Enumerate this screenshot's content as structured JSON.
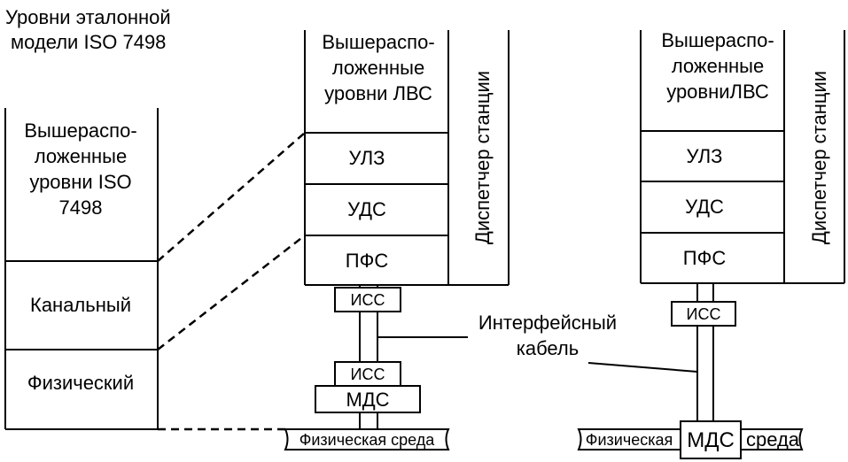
{
  "title": [
    "Уровни эталонной",
    "модели ISO 7498"
  ],
  "iso_column": {
    "upper": [
      "Вышераспо-",
      "ложенные",
      "уровни ISO",
      "7498"
    ],
    "datalink": "Канальный",
    "physical": "Физический"
  },
  "station_left": {
    "upper": [
      "Вышераспо-",
      "ложенные",
      "уровни ЛВС"
    ],
    "layers": [
      "УЛЗ",
      "УДС",
      "ПФС"
    ],
    "manager": "Диспетчер станции",
    "iss_top": "ИСС",
    "iss_bottom": "ИСС",
    "mds": "МДС",
    "medium": "Физическая среда"
  },
  "station_right": {
    "upper": [
      "Вышераспо-",
      "ложенные",
      "уровниЛВС"
    ],
    "layers": [
      "УЛЗ",
      "УДС",
      "ПФС"
    ],
    "manager": "Диспетчер станции",
    "iss": "ИСС",
    "mds": "МДС",
    "medium_left": "Физическая",
    "medium_right": "среда"
  },
  "cable_label": [
    "Интерфейсный",
    "кабель"
  ]
}
